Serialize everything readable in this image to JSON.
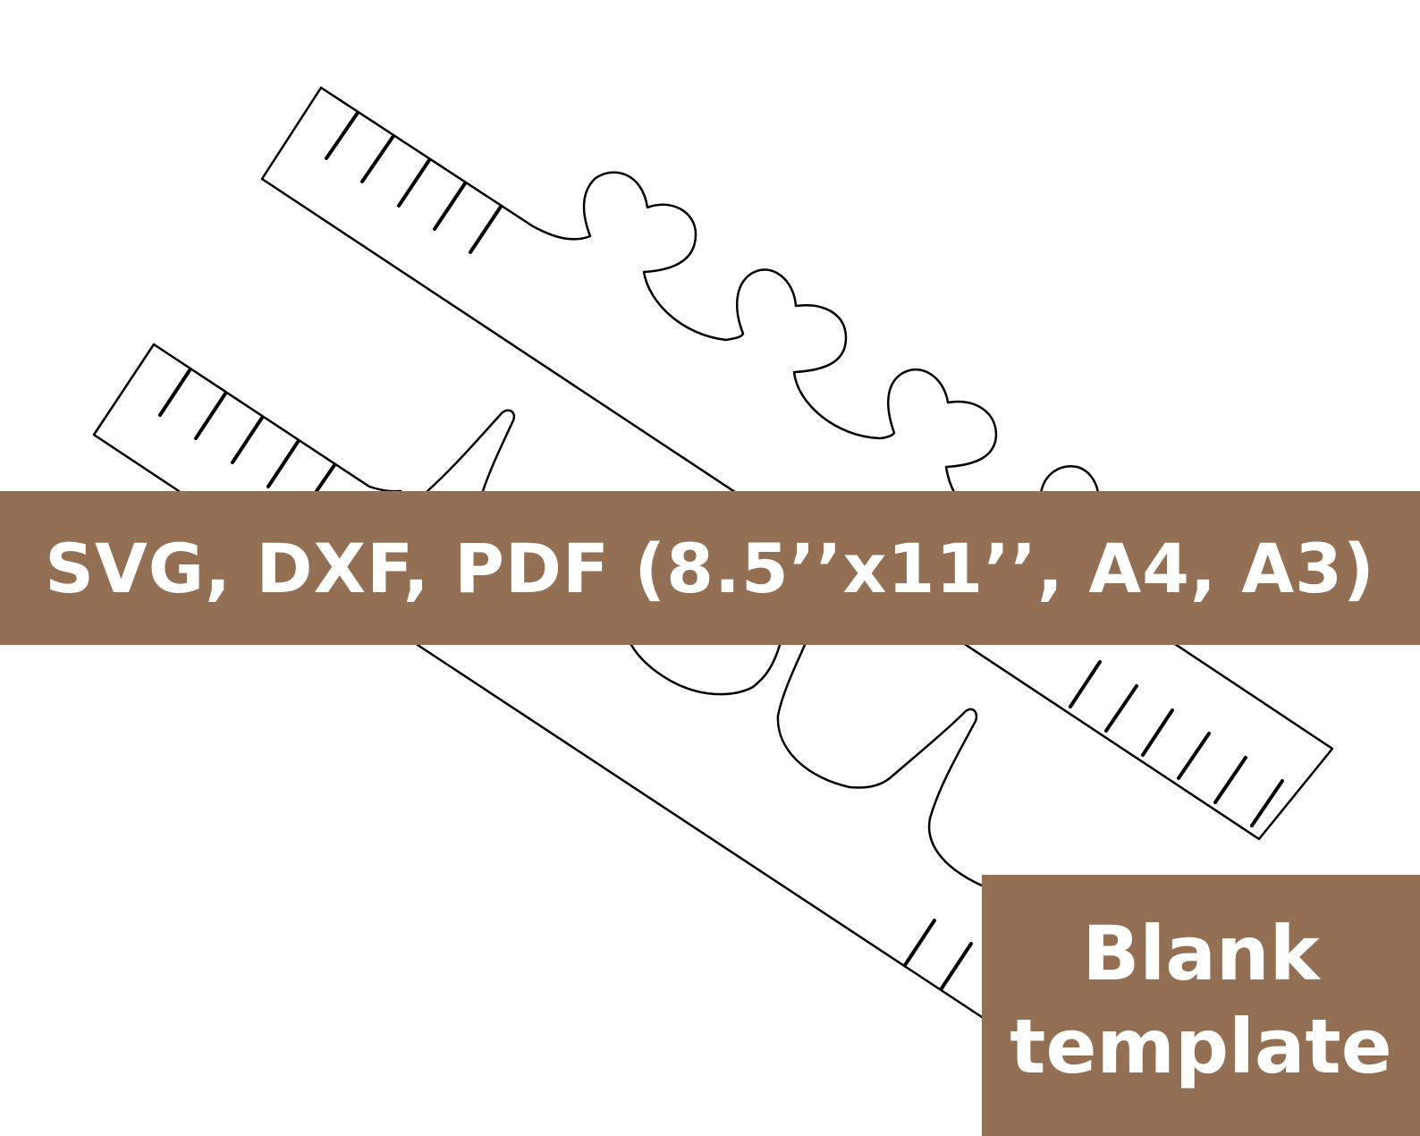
{
  "banner": {
    "text": "SVG, DXF, PDF (8.5’’x11’’, A4, A3)"
  },
  "corner_label": {
    "line1": "Blank",
    "line2": "template"
  },
  "colors": {
    "band": "#936f53",
    "label_text": "#ffffff",
    "outline": "#000000",
    "background": "#ffffff"
  },
  "artwork": {
    "subject": "two ruler-shaped strip outlines with scalloped cloud edge and tick marks"
  }
}
